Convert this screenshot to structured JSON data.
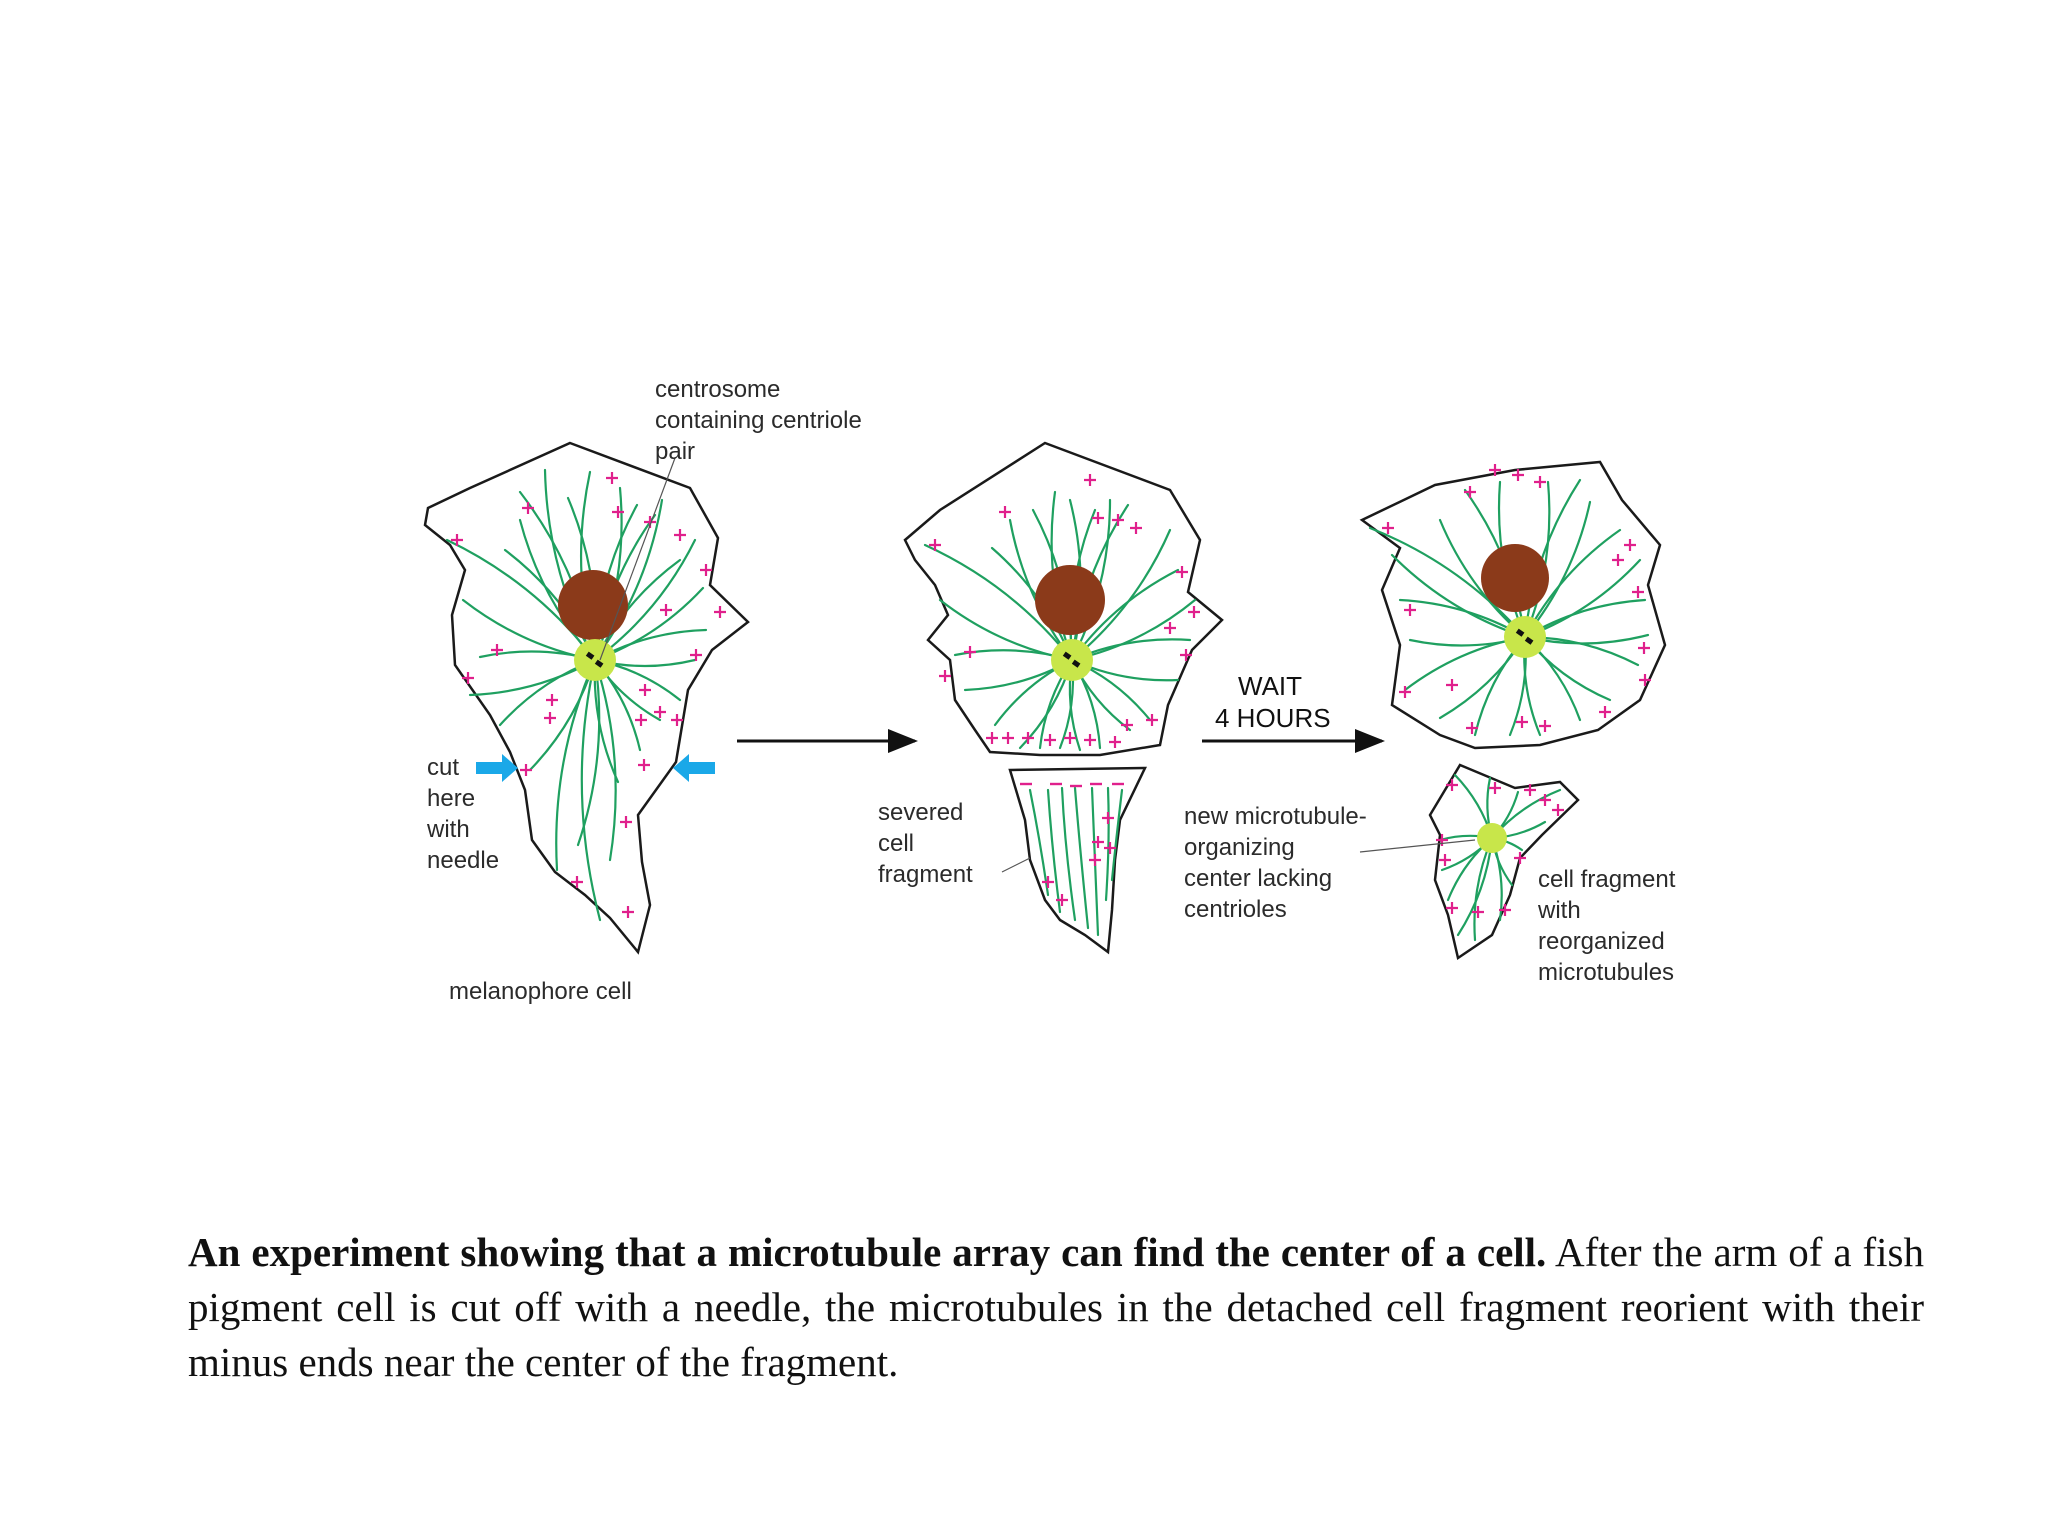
{
  "figure": {
    "labels": {
      "centrosome": [
        "centrosome",
        "containing centriole",
        "pair"
      ],
      "cut": [
        "cut",
        "here",
        "with",
        "needle"
      ],
      "melanophore": "melanophore cell",
      "severed": [
        "severed",
        "cell",
        "fragment"
      ],
      "wait": [
        "WAIT",
        "4 HOURS"
      ],
      "new_mtoc": [
        "new microtubule-",
        "organizing",
        "center lacking",
        "centrioles"
      ],
      "reorganized": [
        "cell fragment",
        "with",
        "reorganized",
        "microtubules"
      ]
    },
    "colors": {
      "microtubule": "#1fa060",
      "plus_end": "#e0208c",
      "nucleus": "#8b3a1a",
      "centrosome": "#c8e64a",
      "arrow_cut": "#1aa8e8",
      "outline": "#1a1a1a"
    }
  },
  "caption": {
    "bold": "An experiment showing that a microtubule array can find the center of a cell.",
    "text": " After the arm of a fish pigment cell is cut off with a needle, the microtubules in the detached cell fragment reorient with their minus ends near the center of the fragment."
  }
}
